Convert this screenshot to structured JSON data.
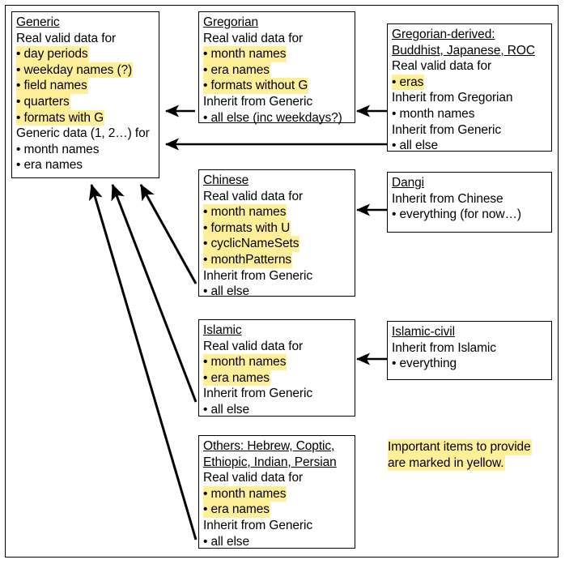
{
  "diagram": {
    "title_note": "Important items to provide are marked in yellow.",
    "highlight_color": "#ffef99",
    "line_color": "#000000",
    "background": "#ffffff"
  },
  "boxes": {
    "generic": {
      "title": "Generic",
      "lines": [
        {
          "text": "Real valid data for",
          "highlight": false
        },
        {
          "text": "• day periods",
          "highlight": true
        },
        {
          "text": "• weekday names (?)",
          "highlight": true
        },
        {
          "text": "• field names",
          "highlight": true
        },
        {
          "text": "• quarters",
          "highlight": true
        },
        {
          "text": "• formats with G",
          "highlight": true
        },
        {
          "text": "Generic data (1, 2…) for",
          "highlight": false
        },
        {
          "text": "• month names",
          "highlight": false
        },
        {
          "text": "• era names",
          "highlight": false
        }
      ]
    },
    "gregorian": {
      "title": "Gregorian",
      "lines": [
        {
          "text": "Real valid data for",
          "highlight": false
        },
        {
          "text": "• month names",
          "highlight": true
        },
        {
          "text": "• era names",
          "highlight": true
        },
        {
          "text": "• formats without G",
          "highlight": true
        },
        {
          "text": "Inherit from Generic",
          "highlight": false
        },
        {
          "text": "• all else (inc weekdays?)",
          "highlight": false
        }
      ]
    },
    "gregorian_derived": {
      "title": "Gregorian-derived:",
      "title2": "Buddhist, Japanese, ROC",
      "lines": [
        {
          "text": "Real valid data for",
          "highlight": false
        },
        {
          "text": "• eras",
          "highlight": true
        },
        {
          "text": "Inherit from Gregorian",
          "highlight": false
        },
        {
          "text": "• month names",
          "highlight": false
        },
        {
          "text": "Inherit from Generic",
          "highlight": false
        },
        {
          "text": "• all else",
          "highlight": false
        }
      ]
    },
    "chinese": {
      "title": "Chinese",
      "lines": [
        {
          "text": "Real valid data for",
          "highlight": false
        },
        {
          "text": "• month names",
          "highlight": true
        },
        {
          "text": "• formats with U",
          "highlight": true
        },
        {
          "text": "• cyclicNameSets",
          "highlight": true
        },
        {
          "text": "• monthPatterns",
          "highlight": true
        },
        {
          "text": "Inherit from Generic",
          "highlight": false
        },
        {
          "text": "• all else",
          "highlight": false
        }
      ]
    },
    "dangi": {
      "title": "Dangi",
      "lines": [
        {
          "text": "Inherit from Chinese",
          "highlight": false
        },
        {
          "text": "• everything (for now…)",
          "highlight": false
        }
      ]
    },
    "islamic": {
      "title": "Islamic",
      "lines": [
        {
          "text": "Real valid data for",
          "highlight": false
        },
        {
          "text": "• month names",
          "highlight": true
        },
        {
          "text": "• era names",
          "highlight": true
        },
        {
          "text": "Inherit from Generic",
          "highlight": false
        },
        {
          "text": "• all else",
          "highlight": false
        }
      ]
    },
    "islamic_civil": {
      "title": "Islamic-civil",
      "lines": [
        {
          "text": "Inherit from Islamic",
          "highlight": false
        },
        {
          "text": "• everything",
          "highlight": false
        }
      ]
    },
    "others": {
      "title": "Others: Hebrew, Coptic,",
      "title2": "Ethiopic, Indian, Persian",
      "lines": [
        {
          "text": "Real valid data for",
          "highlight": false
        },
        {
          "text": "• month names",
          "highlight": true
        },
        {
          "text": "• era names",
          "highlight": true
        },
        {
          "text": "Inherit from Generic",
          "highlight": false
        },
        {
          "text": "• all else",
          "highlight": false
        }
      ]
    }
  },
  "legend": {
    "line1": "Important items to provide",
    "line2": "are marked in yellow."
  },
  "arrows": [
    {
      "name": "gregorian-to-generic",
      "from": "Gregorian",
      "to": "Generic"
    },
    {
      "name": "gregorian-derived-to-gregorian",
      "from": "Gregorian-derived",
      "to": "Gregorian"
    },
    {
      "name": "gregorian-derived-to-generic",
      "from": "Gregorian-derived",
      "to": "Generic"
    },
    {
      "name": "dangi-to-chinese",
      "from": "Dangi",
      "to": "Chinese"
    },
    {
      "name": "chinese-to-generic",
      "from": "Chinese",
      "to": "Generic"
    },
    {
      "name": "islamic-civil-to-islamic",
      "from": "Islamic-civil",
      "to": "Islamic"
    },
    {
      "name": "islamic-to-generic",
      "from": "Islamic",
      "to": "Generic"
    },
    {
      "name": "others-to-generic",
      "from": "Others",
      "to": "Generic"
    }
  ]
}
